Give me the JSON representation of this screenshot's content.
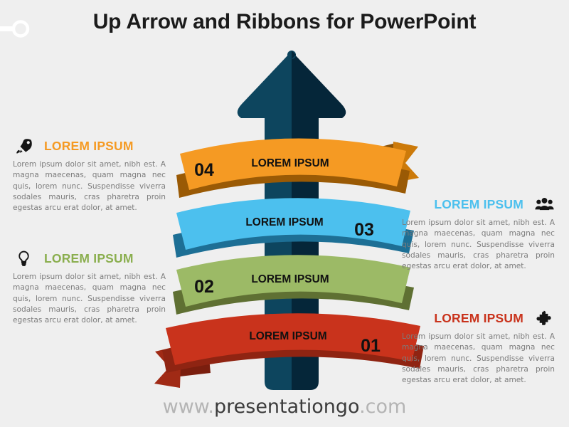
{
  "page": {
    "title": "Up Arrow and Ribbons for PowerPoint",
    "background_color": "#efefef"
  },
  "footer": {
    "prefix": "www.",
    "name": "presentationgo",
    "suffix": ".com"
  },
  "arrow": {
    "color_light": "#0b4straight",
    "color_left": "#0d445c",
    "color_right": "#05253a"
  },
  "ribbons": [
    {
      "number": "04",
      "label": "LOREM IPSUM",
      "color": "#f59a23",
      "shadow_color": "#9a5a05",
      "tail_color": "#cc7a0a",
      "tail_fold_color": "#8a5208",
      "number_side": "left",
      "tail_side": "right"
    },
    {
      "number": "03",
      "label": "LOREM IPSUM",
      "color": "#4cc0ee",
      "shadow_color": "#1d6f95",
      "tail_color": "#2e9ac9",
      "tail_fold_color": "#1d6f95",
      "number_side": "right",
      "tail_side": "none"
    },
    {
      "number": "02",
      "label": "LOREM IPSUM",
      "color": "#9cba66",
      "shadow_color": "#5f7033",
      "tail_color": "#7d9a4a",
      "tail_fold_color": "#5f7033",
      "number_side": "left",
      "tail_side": "none"
    },
    {
      "number": "01",
      "label": "LOREM IPSUM",
      "color": "#c9331c",
      "shadow_color": "#8f2412",
      "tail_color": "#a02a15",
      "tail_fold_color": "#7a1e0e",
      "number_side": "right",
      "tail_side": "left"
    }
  ],
  "blocks": [
    {
      "id": "04",
      "side": "left",
      "icon": "rocket-icon",
      "title": "LOREM IPSUM",
      "title_color": "#f59a23",
      "body": "Lorem ipsum dolor sit amet, nibh est. A magna maecenas, quam magna nec quis, lorem nunc. Suspendisse viverra sodales mauris, cras pharetra proin egestas arcu erat dolor, at amet."
    },
    {
      "id": "03",
      "side": "right",
      "icon": "people-icon",
      "title": "LOREM IPSUM",
      "title_color": "#4cc0ee",
      "body": "Lorem ipsum dolor sit amet, nibh est. A magna maecenas, quam magna nec quis, lorem nunc. Suspendisse viverra sodales mauris, cras pharetra proin egestas arcu erat dolor, at amet."
    },
    {
      "id": "02",
      "side": "left",
      "icon": "lightbulb-icon",
      "title": "LOREM IPSUM",
      "title_color": "#8aae4e",
      "body": "Lorem ipsum dolor sit amet, nibh est. A magna maecenas, quam magna nec quis, lorem nunc. Suspendisse viverra sodales mauris, cras pharetra proin egestas arcu erat dolor, at amet."
    },
    {
      "id": "01",
      "side": "right",
      "icon": "puzzle-icon",
      "title": "LOREM IPSUM",
      "title_color": "#c9331c",
      "body": "Lorem ipsum dolor sit amet, nibh est. A magna maecenas, quam magna nec quis, lorem nunc. Suspendisse viverra sodales mauris, cras pharetra proin egestas arcu erat dolor, at amet."
    }
  ]
}
